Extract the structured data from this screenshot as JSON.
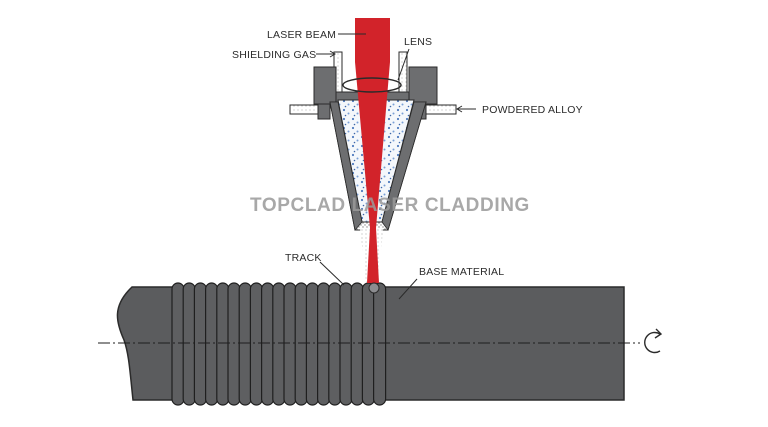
{
  "diagram": {
    "watermark": "TOPCLAD LASER CLADDING",
    "labels": {
      "laser_beam": "LASER BEAM",
      "lens": "LENS",
      "shielding_gas": "SHIELDING GAS",
      "powdered_alloy": "POWDERED ALLOY",
      "track": "TRACK",
      "base_material": "BASE MATERIAL"
    },
    "colors": {
      "laser": "#d2232a",
      "base_material": "#5b5c5e",
      "nozzle": "#6d6e70",
      "powder_dots": "#4f7bbf",
      "outline": "#2b2b2b",
      "watermark": "#9a9a9a"
    },
    "icons": [
      "rotation-arrow-icon"
    ]
  }
}
